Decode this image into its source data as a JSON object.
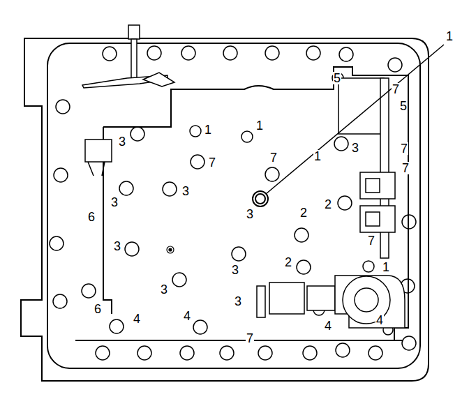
{
  "diagram": {
    "labels": [
      "1",
      "5",
      "7",
      "5",
      "1",
      "1",
      "3",
      "7",
      "7",
      "1",
      "3",
      "7",
      "7",
      "3",
      "3",
      "2",
      "3",
      "2",
      "6",
      "7",
      "3",
      "3",
      "2",
      "1",
      "3",
      "3",
      "6",
      "4",
      "4",
      "4",
      "4",
      "7"
    ]
  }
}
